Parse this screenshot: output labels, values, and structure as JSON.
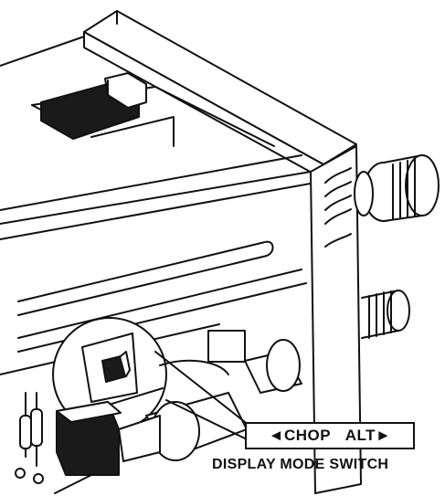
{
  "switch_label": {
    "left_arrow": "◄",
    "left": "CHOP",
    "right": "ALT",
    "right_arrow": "►"
  },
  "caption": "DISPLAY MODE SWITCH",
  "colors": {
    "ink": "#111111",
    "paper": "#ffffff",
    "shade": "#1a1a1a"
  }
}
